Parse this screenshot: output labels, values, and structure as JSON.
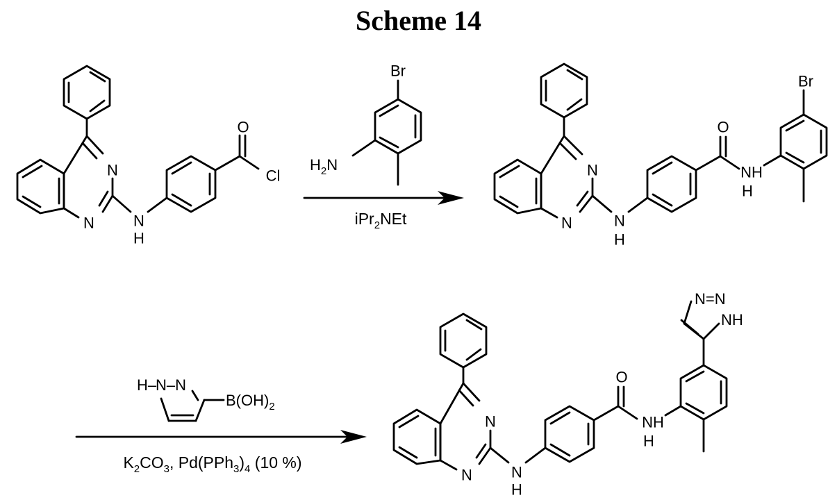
{
  "title": "Scheme 14",
  "atoms": {
    "N": "N",
    "H": "H",
    "O": "O",
    "Cl": "Cl",
    "Br": "Br",
    "NH": "NH",
    "N_dash_N": "N–N",
    "H_minus": "H–",
    "N_eq_N_dash": "N=N"
  },
  "step1": {
    "reagent_amine_H": "H",
    "reagent_amine_sub": "2",
    "reagent_amine_N": "N",
    "base_prefix": "iPr",
    "base_sub": "2",
    "base_suffix": "NEt"
  },
  "step2": {
    "boronic_B": "B(OH)",
    "boronic_sub": "2",
    "pyrazole_HN": "HN",
    "pyrazole_N": "N",
    "cond_k": "K",
    "cond_k_sub": "2",
    "cond_co": "CO",
    "cond_co_sub": "3",
    "cond_pd": ", Pd(PPh",
    "cond_pd_sub": "3",
    "cond_pd_close": ")",
    "cond_pd_sub2": "4",
    "cond_pct": " (10 %)"
  }
}
